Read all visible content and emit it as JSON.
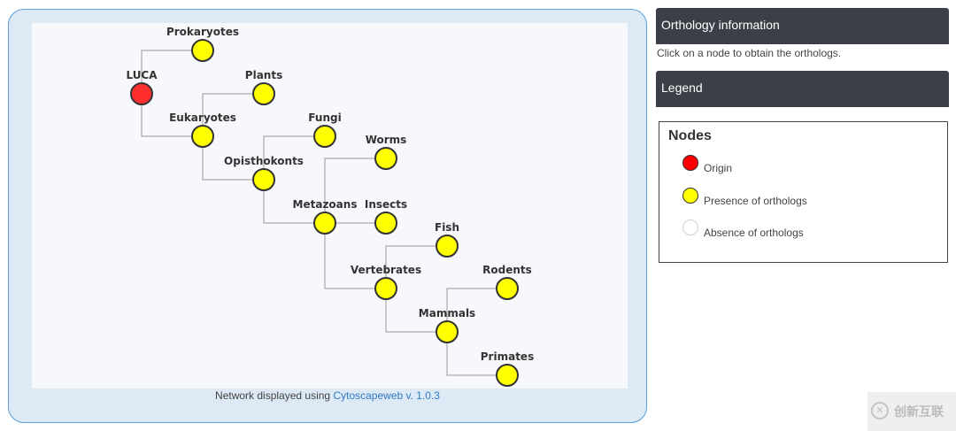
{
  "network": {
    "nodes": [
      {
        "id": "luca",
        "label": "LUCA",
        "color": "#ff2e2e"
      },
      {
        "id": "prokaryotes",
        "label": "Prokaryotes",
        "color": "#ffff00"
      },
      {
        "id": "eukaryotes",
        "label": "Eukaryotes",
        "color": "#ffff00"
      },
      {
        "id": "plants",
        "label": "Plants",
        "color": "#ffff00"
      },
      {
        "id": "opisthokonts",
        "label": "Opisthokonts",
        "color": "#ffff00"
      },
      {
        "id": "fungi",
        "label": "Fungi",
        "color": "#ffff00"
      },
      {
        "id": "metazoans",
        "label": "Metazoans",
        "color": "#ffff00"
      },
      {
        "id": "worms",
        "label": "Worms",
        "color": "#ffff00"
      },
      {
        "id": "insects",
        "label": "Insects",
        "color": "#ffff00"
      },
      {
        "id": "vertebrates",
        "label": "Vertebrates",
        "color": "#ffff00"
      },
      {
        "id": "fish",
        "label": "Fish",
        "color": "#ffff00"
      },
      {
        "id": "mammals",
        "label": "Mammals",
        "color": "#ffff00"
      },
      {
        "id": "rodents",
        "label": "Rodents",
        "color": "#ffff00"
      },
      {
        "id": "primates",
        "label": "Primates",
        "color": "#ffff00"
      }
    ],
    "edges": [
      [
        "luca",
        "prokaryotes"
      ],
      [
        "luca",
        "eukaryotes"
      ],
      [
        "eukaryotes",
        "plants"
      ],
      [
        "eukaryotes",
        "opisthokonts"
      ],
      [
        "opisthokonts",
        "fungi"
      ],
      [
        "opisthokonts",
        "metazoans"
      ],
      [
        "metazoans",
        "worms"
      ],
      [
        "metazoans",
        "insects"
      ],
      [
        "metazoans",
        "vertebrates"
      ],
      [
        "vertebrates",
        "fish"
      ],
      [
        "vertebrates",
        "mammals"
      ],
      [
        "mammals",
        "rodents"
      ],
      [
        "mammals",
        "primates"
      ]
    ],
    "footer_prefix": "Network displayed using",
    "footer_link": "Cytoscapeweb v. 1.0.3"
  },
  "sidebar": {
    "orthology_header": "Orthology information",
    "orthology_text": "Click on a node to obtain the orthologs.",
    "legend_header": "Legend",
    "legend": {
      "title": "Nodes",
      "items": [
        {
          "label": "Origin",
          "color": "#ff0000"
        },
        {
          "label": "Presence of orthologs",
          "color": "#ffff00"
        },
        {
          "label": "Absence of orthologs",
          "color": "#ffffff"
        }
      ]
    }
  },
  "watermark": {
    "icon": "watermark-logo-icon",
    "text": "创新互联"
  }
}
